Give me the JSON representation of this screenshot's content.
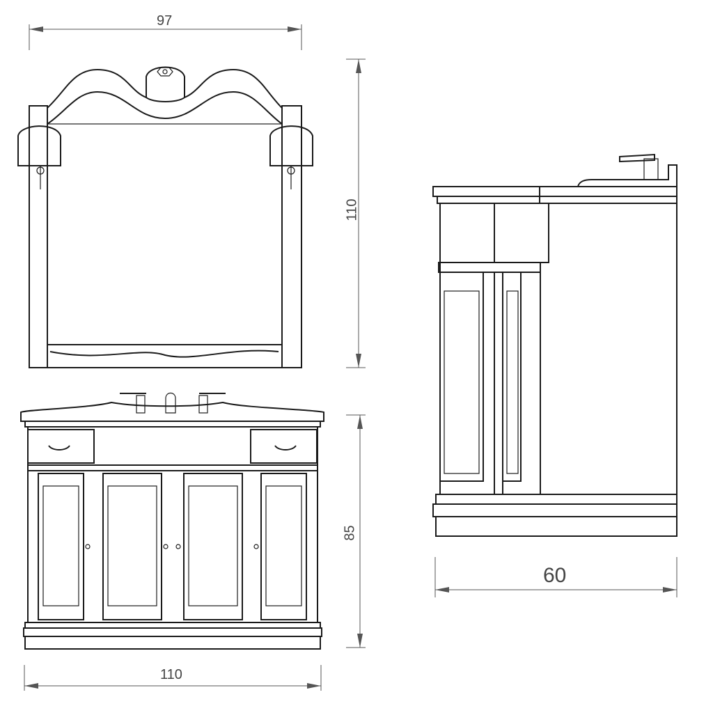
{
  "dimensions": {
    "mirror_width": "97",
    "mirror_height": "110",
    "vanity_height": "85",
    "vanity_width": "110",
    "vanity_depth": "60"
  },
  "colors": {
    "line": "#1a1a1a",
    "dimension": "#555555",
    "background": "#ffffff"
  }
}
